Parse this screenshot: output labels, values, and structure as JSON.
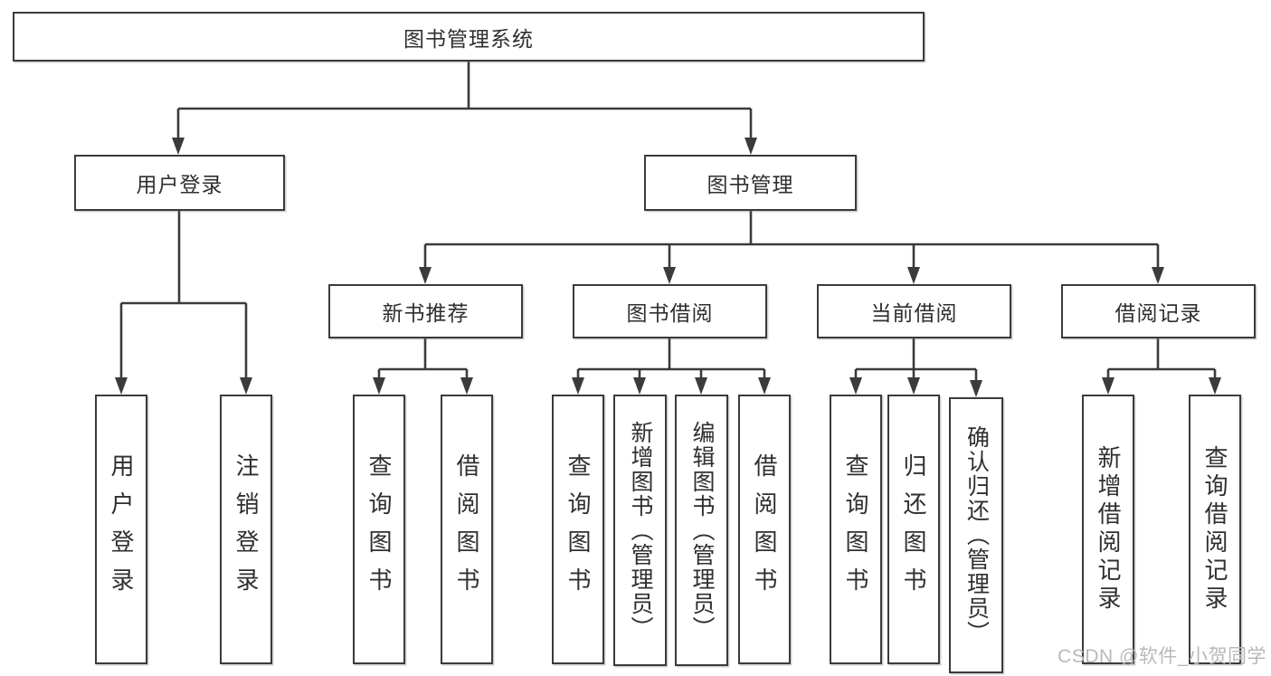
{
  "tree": {
    "label": "图书管理系统",
    "children": [
      {
        "label": "用户登录",
        "children": [
          {
            "label": "用户登录"
          },
          {
            "label": "注销登录"
          }
        ]
      },
      {
        "label": "图书管理",
        "children": [
          {
            "label": "新书推荐",
            "children": [
              {
                "label": "查询图书"
              },
              {
                "label": "借阅图书"
              }
            ]
          },
          {
            "label": "图书借阅",
            "children": [
              {
                "label": "查询图书"
              },
              {
                "label": "新增图书（管理员）"
              },
              {
                "label": "编辑图书（管理员）"
              },
              {
                "label": "借阅图书"
              }
            ]
          },
          {
            "label": "当前借阅",
            "children": [
              {
                "label": "查询图书"
              },
              {
                "label": "归还图书"
              },
              {
                "label": "确认归还（管理员）"
              }
            ]
          },
          {
            "label": "借阅记录",
            "children": [
              {
                "label": "新增借阅记录"
              },
              {
                "label": "查询借阅记录"
              }
            ]
          }
        ]
      }
    ]
  },
  "watermark": {
    "text": "CSDN @软件_小贺同学"
  },
  "colors": {
    "line": "#3b3b3b",
    "box_border": "#3b3b3b",
    "text": "#2f2f2f",
    "watermark": "#b9b9b9",
    "background": "#ffffff"
  }
}
